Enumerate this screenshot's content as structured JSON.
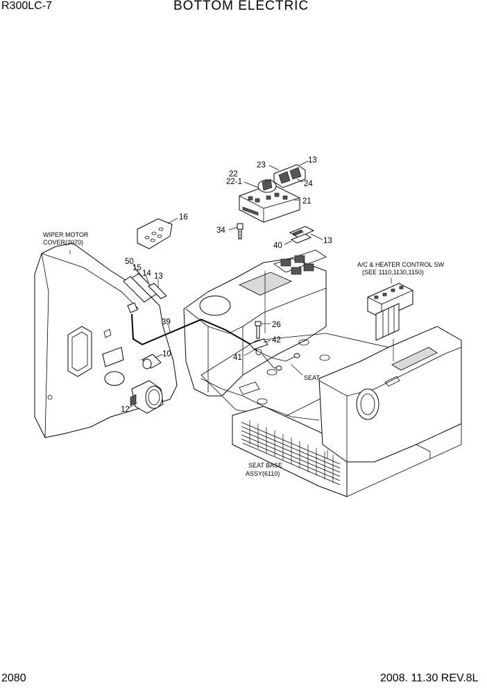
{
  "header": {
    "model": "R300LC-7",
    "title": "BOTTOM ELECTRIC"
  },
  "footer": {
    "page_number": "2080",
    "revision": "2008. 11.30  REV.8L"
  },
  "notes": {
    "wiper_line1": "WIPER MOTOR",
    "wiper_line2": "COVER(2070)",
    "ac_line1": "A/C & HEATER CONTROL SW",
    "ac_line2": "(SEE 1110,1130,1150)",
    "seat_base_line1": "SEAT BASE",
    "seat_base_line2": "ASSY(6110)",
    "seat": "SEAT"
  },
  "callouts": {
    "c23": "23",
    "c13a": "13",
    "c22": "22",
    "c22_1": "22-1",
    "c24": "24",
    "c21": "21",
    "c16": "16",
    "c34": "34",
    "c40": "40",
    "c13b": "13",
    "c50": "50",
    "c15": "15",
    "c14": "14",
    "c13c": "13",
    "c39": "39",
    "c26": "26",
    "c42": "42",
    "c41": "41",
    "c10": "10",
    "c12": "12"
  }
}
